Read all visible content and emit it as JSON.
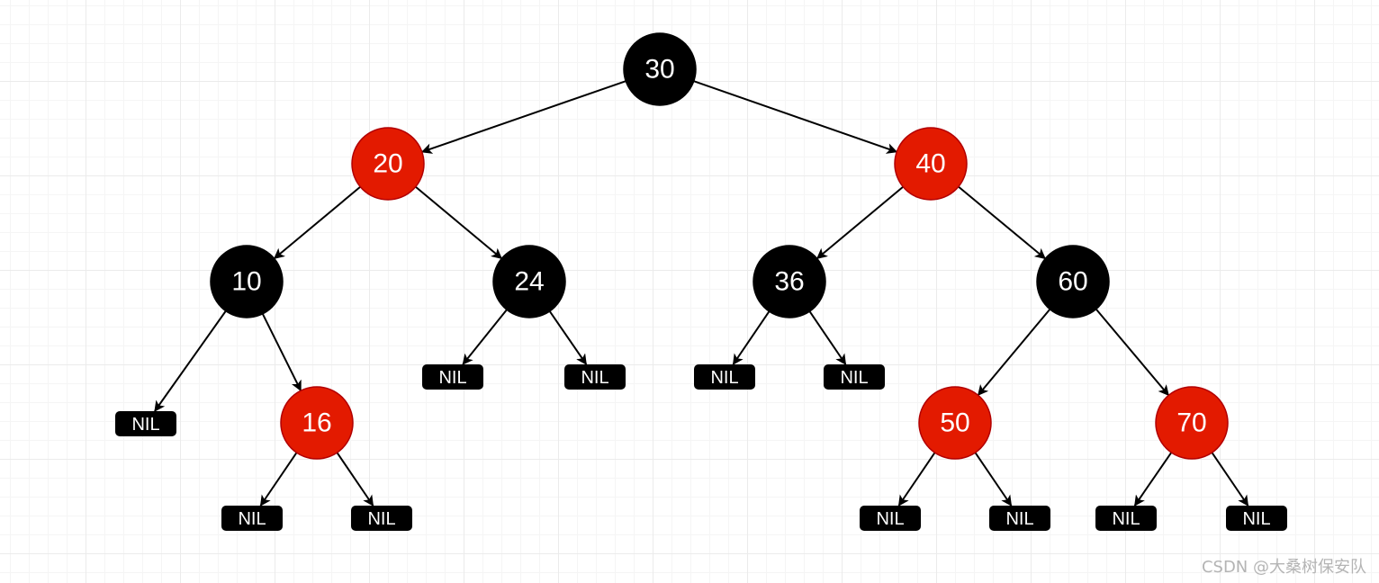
{
  "colors": {
    "black_node": "#000000",
    "red_node": "#e31a00",
    "red_node_stroke": "#b20000",
    "node_text": "#ffffff",
    "edge": "#000000"
  },
  "nodes": [
    {
      "id": "n30",
      "label": "30",
      "color": "black"
    },
    {
      "id": "n20",
      "label": "20",
      "color": "red"
    },
    {
      "id": "n40",
      "label": "40",
      "color": "red"
    },
    {
      "id": "n10",
      "label": "10",
      "color": "black"
    },
    {
      "id": "n24",
      "label": "24",
      "color": "black"
    },
    {
      "id": "n36",
      "label": "36",
      "color": "black"
    },
    {
      "id": "n60",
      "label": "60",
      "color": "black"
    },
    {
      "id": "n16",
      "label": "16",
      "color": "red"
    },
    {
      "id": "n50",
      "label": "50",
      "color": "red"
    },
    {
      "id": "n70",
      "label": "70",
      "color": "red"
    }
  ],
  "nil_leaves": [
    {
      "id": "nil-10-left",
      "label": "NIL",
      "parent": "n10"
    },
    {
      "id": "nil-16-left",
      "label": "NIL",
      "parent": "n16"
    },
    {
      "id": "nil-16-right",
      "label": "NIL",
      "parent": "n16"
    },
    {
      "id": "nil-24-left",
      "label": "NIL",
      "parent": "n24"
    },
    {
      "id": "nil-24-right",
      "label": "NIL",
      "parent": "n24"
    },
    {
      "id": "nil-36-left",
      "label": "NIL",
      "parent": "n36"
    },
    {
      "id": "nil-36-right",
      "label": "NIL",
      "parent": "n36"
    },
    {
      "id": "nil-50-left",
      "label": "NIL",
      "parent": "n50"
    },
    {
      "id": "nil-50-right",
      "label": "NIL",
      "parent": "n50"
    },
    {
      "id": "nil-70-left",
      "label": "NIL",
      "parent": "n70"
    },
    {
      "id": "nil-70-right",
      "label": "NIL",
      "parent": "n70"
    }
  ],
  "edges": [
    {
      "from": "n30",
      "to": "n20"
    },
    {
      "from": "n30",
      "to": "n40"
    },
    {
      "from": "n20",
      "to": "n10"
    },
    {
      "from": "n20",
      "to": "n24"
    },
    {
      "from": "n40",
      "to": "n36"
    },
    {
      "from": "n40",
      "to": "n60"
    },
    {
      "from": "n10",
      "to": "nil-10-left"
    },
    {
      "from": "n10",
      "to": "n16"
    },
    {
      "from": "n16",
      "to": "nil-16-left"
    },
    {
      "from": "n16",
      "to": "nil-16-right"
    },
    {
      "from": "n24",
      "to": "nil-24-left"
    },
    {
      "from": "n24",
      "to": "nil-24-right"
    },
    {
      "from": "n36",
      "to": "nil-36-left"
    },
    {
      "from": "n36",
      "to": "nil-36-right"
    },
    {
      "from": "n60",
      "to": "n50"
    },
    {
      "from": "n60",
      "to": "n70"
    },
    {
      "from": "n50",
      "to": "nil-50-left"
    },
    {
      "from": "n50",
      "to": "nil-50-right"
    },
    {
      "from": "n70",
      "to": "nil-70-left"
    },
    {
      "from": "n70",
      "to": "nil-70-right"
    }
  ],
  "watermark": "CSDN @大桑树保安队"
}
